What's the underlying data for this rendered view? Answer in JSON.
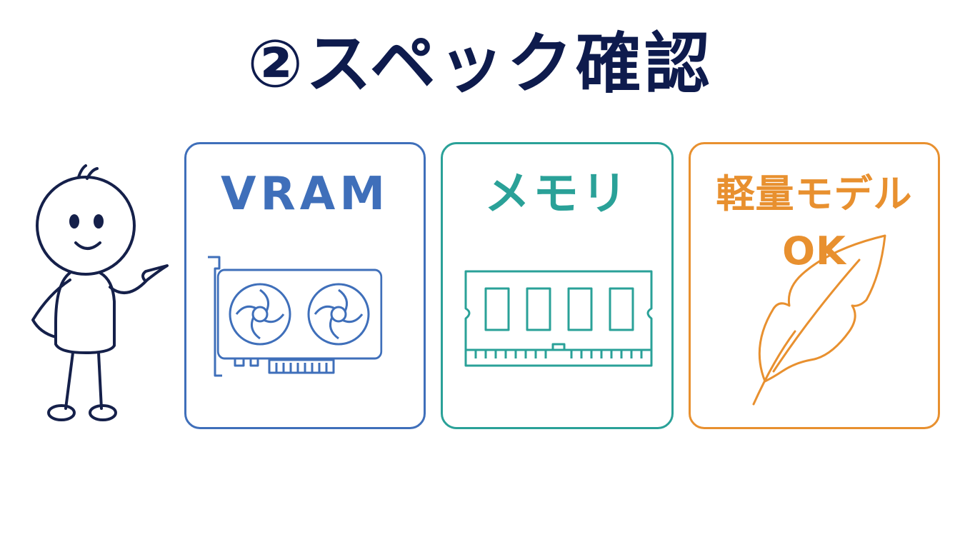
{
  "title": "②スペック確認",
  "cards": [
    {
      "label": "VRAM",
      "icon": "gpu-card-icon",
      "color": "#3f6fba"
    },
    {
      "label": "メモリ",
      "icon": "ram-module-icon",
      "color": "#2aa198"
    },
    {
      "label": "軽量モデルOK",
      "icon": "feather-icon",
      "color": "#e8902f"
    }
  ],
  "colors": {
    "title": "#0e1b4d",
    "figure": "#15204a"
  }
}
